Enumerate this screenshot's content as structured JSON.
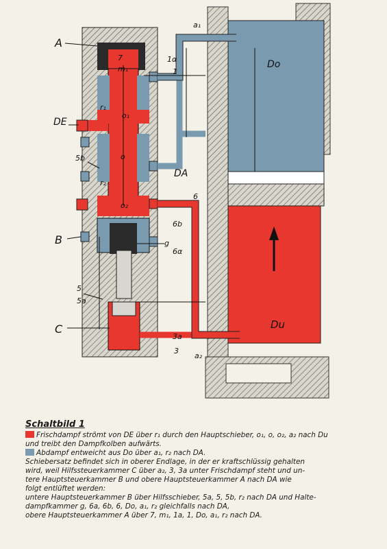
{
  "colors": {
    "fresh_steam": "#e8372f",
    "exhaust_steam": "#7a9ab0",
    "housing": "#2a2a2a",
    "paper": "#f4f1e8"
  },
  "labels": {
    "A": "A",
    "B": "B",
    "C": "C",
    "DE": "DE",
    "DA": "DA",
    "Do": "Do",
    "Du": "Du",
    "n7": "7",
    "m1": "m₁",
    "n1a": "1α",
    "n1": "1",
    "r1": "r₁",
    "o1": "o₁",
    "o": "o",
    "r2": "r₂",
    "o2": "o₂",
    "a1": "a₁",
    "a2": "a₂",
    "n5b": "5b",
    "n6": "6",
    "n6b": "6b",
    "g": "g",
    "n6a": "6α",
    "n5": "5",
    "n5a": "5a",
    "n3a": "3a",
    "n3": "3"
  },
  "caption": {
    "title": "Schaltbild 1",
    "legend_red": "Frischdampf strömt von DE über r₁ durch den Hauptschieber, o₁, o, o₂, a₂ nach Du",
    "legend_red_cont": "und treibt den Dampfkolben aufwärts.",
    "legend_blue": "Abdampf entweicht aus Do über a₁, r₂ nach DA.",
    "body_1": "Schiebersatz befindet sich in oberer Endlage, in der er kraftschlüssig gehalten",
    "body_2": "wird, weil Hilfssteuerkammer C über a₂, 3, 3a unter Frischdampf steht und un-",
    "body_3": "tere Hauptsteuerkammer B und obere Hauptsteuerkammer A nach DA wie",
    "body_4": "folgt entlüftet werden:",
    "body_5": "untere Hauptsteuerkammer B über Hilfsschieber, 5a, 5, 5b, r₂ nach DA und Halte-",
    "body_6": "dampfkammer g, 6a, 6b, 6, Do, a₁, r₂ gleichfalls nach DA,",
    "body_7": "obere Hauptsteuerkammer A über 7, m₁, 1a, 1, Do, a₁, r₂ nach DA."
  }
}
